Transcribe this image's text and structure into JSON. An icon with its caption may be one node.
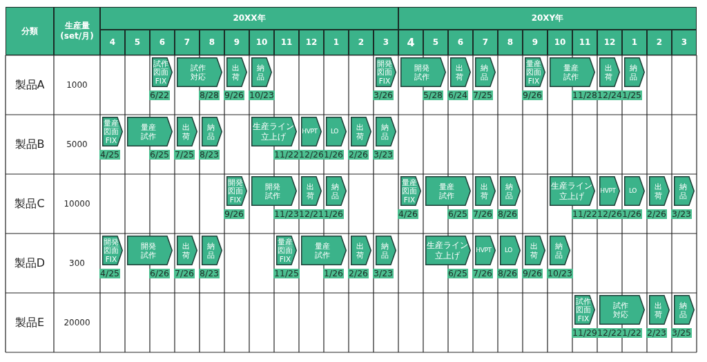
{
  "diagram": {
    "nodes": [
      {
        "text": [
          "試作図面FIX"
        ],
        "beside": [
          "6/22"
        ]
      },
      {
        "text": [
          "試作対応"
        ],
        "beside": [
          "8/28"
        ]
      },
      {
        "text": [
          "出荷"
        ],
        "beside": [
          "9/26"
        ]
      },
      {
        "text": [
          "納品"
        ],
        "beside": [
          "10/23"
        ]
      },
      {
        "text": [
          "開発図面FIX"
        ],
        "beside": [
          "3/26"
        ]
      },
      {
        "text": [
          "開発試作"
        ],
        "beside": [
          "5/28"
        ]
      },
      {
        "text": [
          "出荷"
        ],
        "beside": [
          "6/24"
        ]
      },
      {
        "text": [
          "納品"
        ],
        "beside": [
          "7/25"
        ]
      },
      {
        "text": [
          "量産図面FIX"
        ],
        "beside": [
          "9/26"
        ]
      },
      {
        "text": [
          "量産試作"
        ],
        "beside": [
          "11/28"
        ]
      },
      {
        "text": [
          "出荷"
        ],
        "beside": [
          "12/24"
        ]
      },
      {
        "text": [
          "納品"
        ],
        "beside": [
          "1/25"
        ]
      },
      {
        "text": [
          "量産図面FIX"
        ],
        "beside": [
          "4/25"
        ]
      },
      {
        "text": [
          "量産試作"
        ],
        "beside": [
          "6/25"
        ]
      },
      {
        "text": [
          "出荷"
        ],
        "beside": [
          "7/25"
        ]
      },
      {
        "text": [
          "納品"
        ],
        "beside": [
          "8/23"
        ]
      },
      {
        "text": [
          "生産ライン立上げ"
        ],
        "beside": [
          "11/22"
        ]
      },
      {
        "text": [
          "HVPT"
        ],
        "beside": [
          "12/26"
        ]
      },
      {
        "text": [
          "LO"
        ],
        "beside": [
          "1/26"
        ]
      },
      {
        "text": [
          "出荷"
        ],
        "beside": [
          "2/26"
        ]
      },
      {
        "text": [
          "納品"
        ],
        "beside": [
          "3/23"
        ]
      },
      {
        "text": [
          "開発図面FIX"
        ],
        "beside": [
          "9/26"
        ]
      },
      {
        "text": [
          "開発試作"
        ],
        "beside": [
          "11/23"
        ]
      },
      {
        "text": [
          "出荷"
        ],
        "beside": [
          "12/21"
        ]
      },
      {
        "text": [
          "納品"
        ],
        "beside": [
          "1/26"
        ]
      },
      {
        "text": [
          "量産図面FIX"
        ],
        "beside": [
          "4/26"
        ]
      },
      {
        "text": [
          "量産試作"
        ],
        "beside": [
          "6/25"
        ]
      },
      {
        "text": [
          "出荷"
        ],
        "beside": [
          "7/26"
        ]
      },
      {
        "text": [
          "納品"
        ],
        "beside": [
          "8/26"
        ]
      },
      {
        "text": [
          "生産ライン立上げ"
        ],
        "beside": [
          "11/22"
        ]
      },
      {
        "text": [
          "HVPT"
        ],
        "beside": [
          "12/26"
        ]
      },
      {
        "text": [
          "LO"
        ],
        "beside": [
          "1/26"
        ]
      },
      {
        "text": [
          "出荷"
        ],
        "beside": [
          "2/26"
        ]
      },
      {
        "text": [
          "納品"
        ],
        "beside": [
          "3/23"
        ]
      },
      {
        "text": [
          "開発図面FIX"
        ],
        "beside": [
          "4/25"
        ]
      },
      {
        "text": [
          "開発試作"
        ],
        "beside": [
          "6/26"
        ]
      },
      {
        "text": [
          "出荷"
        ],
        "beside": [
          "7/26"
        ]
      },
      {
        "text": [
          "納品"
        ],
        "beside": [
          "8/23"
        ]
      },
      {
        "text": [
          "量産図面FIX"
        ],
        "beside": [
          "11/25"
        ]
      },
      {
        "text": [
          "量産試作"
        ],
        "beside": [
          "1/26"
        ]
      },
      {
        "text": [
          "出荷"
        ],
        "beside": [
          "2/26"
        ]
      },
      {
        "text": [
          "納品"
        ],
        "beside": [
          "3/23"
        ]
      },
      {
        "text": [
          "生産ライン立上げ"
        ],
        "beside": [
          "6/25"
        ]
      },
      {
        "text": [
          "HVPT"
        ],
        "beside": [
          "7/26"
        ]
      },
      {
        "text": [
          "LO"
        ],
        "beside": [
          "8/26"
        ]
      },
      {
        "text": [
          "出荷"
        ],
        "beside": [
          "9/26"
        ]
      },
      {
        "text": [
          "納品"
        ],
        "beside": [
          "10/23"
        ]
      },
      {
        "text": [
          "試作図面FIX"
        ],
        "beside": [
          "11/29"
        ]
      },
      {
        "text": [
          "試作対応"
        ],
        "beside": [
          "12/22",
          "1/22"
        ]
      },
      {
        "text": [
          "出荷"
        ],
        "beside": [
          "2/23"
        ]
      },
      {
        "text": [
          "納品"
        ],
        "beside": [
          "3/25"
        ]
      }
    ],
    "labels": [
      "分類",
      "生産量(set/月)",
      "20XX年",
      "20XY年",
      "4",
      "5",
      "6",
      "7",
      "8",
      "9",
      "10",
      "11",
      "12",
      "1",
      "2",
      "3",
      "4",
      "5",
      "6",
      "7",
      "8",
      "9",
      "10",
      "11",
      "12",
      "1",
      "2",
      "3",
      "製品A",
      "1000",
      "製品B",
      "5000",
      "製品C",
      "10000",
      "製品D",
      "300",
      "製品E",
      "20000"
    ]
  }
}
